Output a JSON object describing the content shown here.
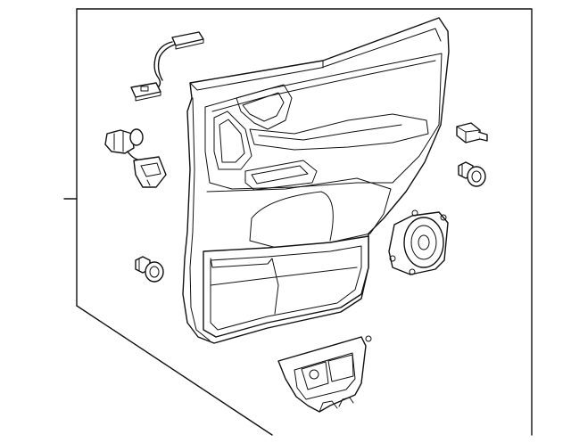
{
  "diagram": {
    "parts": [
      {
        "id": "door-trim-panel",
        "icon": "door-trim-panel"
      },
      {
        "id": "wire-harness",
        "icon": "wire-harness"
      },
      {
        "id": "courtesy-lamp-socket",
        "icon": "lamp-socket"
      },
      {
        "id": "clip-upper-right",
        "icon": "clip"
      },
      {
        "id": "push-retainer-right",
        "icon": "push-retainer"
      },
      {
        "id": "push-retainer-left",
        "icon": "push-retainer"
      },
      {
        "id": "door-speaker",
        "icon": "speaker"
      },
      {
        "id": "switch-bezel",
        "icon": "switch-bezel"
      }
    ],
    "line_color": "#111111",
    "background": "#ffffff"
  }
}
